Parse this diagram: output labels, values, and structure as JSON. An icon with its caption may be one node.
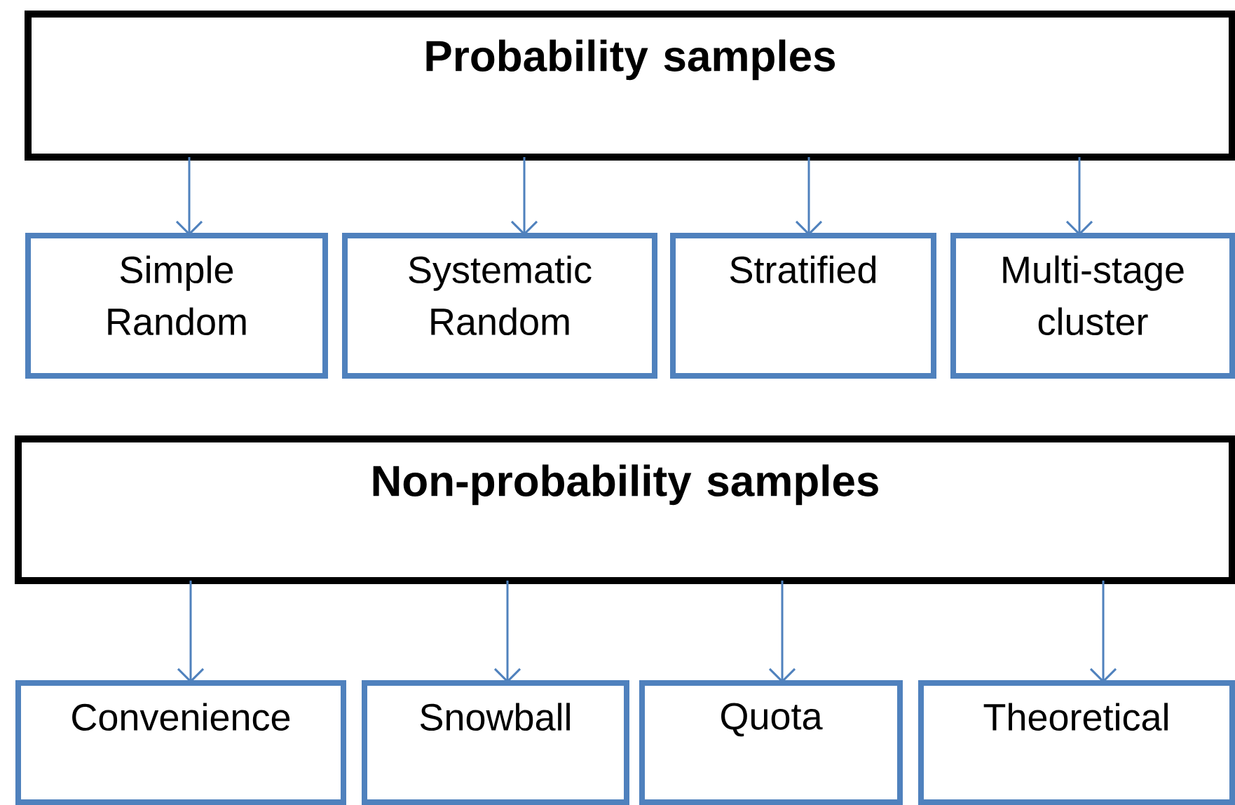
{
  "diagram": {
    "nodes": [
      {
        "text": [
          "Probability samples"
        ]
      },
      {
        "text": [
          "Simple Random"
        ]
      },
      {
        "text": [
          "Systematic Random"
        ]
      },
      {
        "text": [
          "Stratified"
        ]
      },
      {
        "text": [
          "Multi-stage cluster"
        ]
      },
      {
        "text": [
          "Non-probability samples"
        ]
      },
      {
        "text": [
          "Convenience"
        ]
      },
      {
        "text": [
          "Snowball"
        ]
      },
      {
        "text": [
          "Quota"
        ]
      },
      {
        "text": [
          "Theoretical"
        ]
      }
    ],
    "edges": [
      {
        "from": 0,
        "to": 1,
        "arrow": "to"
      },
      {
        "from": 0,
        "to": 2,
        "arrow": "to"
      },
      {
        "from": 0,
        "to": 3,
        "arrow": "to"
      },
      {
        "from": 0,
        "to": 4,
        "arrow": "to"
      },
      {
        "from": 5,
        "to": 6,
        "arrow": "to"
      },
      {
        "from": 5,
        "to": 7,
        "arrow": "to"
      },
      {
        "from": 5,
        "to": 8,
        "arrow": "to"
      },
      {
        "from": 5,
        "to": 9,
        "arrow": "to"
      }
    ]
  }
}
